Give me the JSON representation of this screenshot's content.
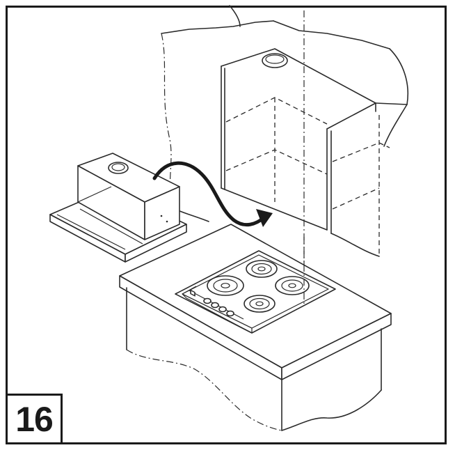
{
  "figure": {
    "step_number": "16",
    "line_color": "#2a2a2a",
    "background_color": "#ffffff",
    "icons": [
      "hood-unit",
      "move-arrow",
      "wall-cabinet",
      "cooktop",
      "burner"
    ]
  }
}
